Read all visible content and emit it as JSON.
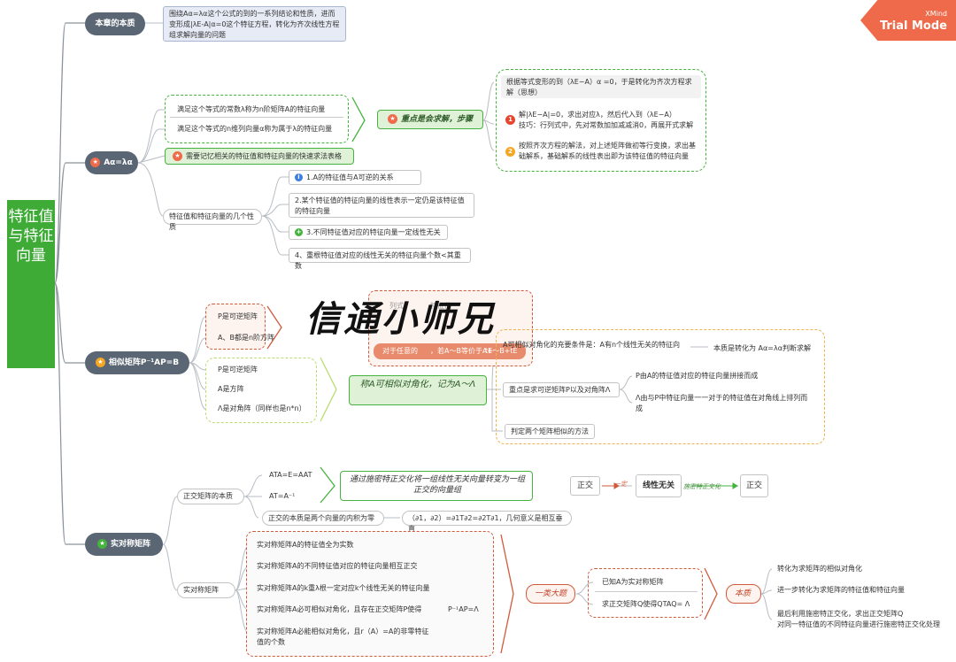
{
  "root": "特征值与特征向量",
  "trial": {
    "brand": "XMind",
    "label": "Trial Mode"
  },
  "watermark": "信通小师兄",
  "b1": {
    "title": "本章的本质",
    "note": "围绕Aα=λα这个公式的到的一系列结论和性质，进而变形成|λE-A|α=0这个特征方程，转化为齐次线性方程组求解向量的问题"
  },
  "b2": {
    "title": "Aα=λα",
    "def1": "满足这个等式的常数λ称为n阶矩阵A的特征向量",
    "def2": "满足这个等式的n维列向量α称为属于λ的特征向量",
    "key": "重点是会求解，步骤",
    "steps": [
      "根据等式变形的到（λE−A）α =0，于是转化为齐次方程求解（思想）",
      "解|λE−A|=0，求出对应λ，然后代入到（λE−A）\n技巧：行列式中，先对常数加加减减消0，再展开式求解",
      "按照齐次方程的解法，对上述矩阵做初等行变换，求出基础解系，基础解系的线性表出即为该特征值的特征向量"
    ],
    "remember": "需要记忆相关的特征值和特征向量的快速求法表格",
    "props_label": "特征值和特征向量的几个性质",
    "props": [
      "1.A的特征值与A可逆的关系",
      "2.某个特征值的特征向量的线性表示一定仍是该特征值的特征向量",
      "3.不同特征值对应的特征向量一定线性无关",
      "4、重根特征值对应的线性无关的特征向量个数<其重数"
    ]
  },
  "b3": {
    "title": "相似矩阵P⁻¹AP=B",
    "g1": [
      "P是可逆矩阵",
      "A、B都是n阶方阵"
    ],
    "g2": [
      "P是可逆矩阵",
      "A是方阵",
      "Λ是对角阵（同样也是n*n）"
    ],
    "partial": [
      "列式、",
      "特征值",
      "对于任意的",
      "，若A～B等价于A+",
      "tE～B+tE"
    ],
    "diag": "称A可相似对角化，记为A～Λ",
    "cond": "A可相似对角化的充要条件是：A有n个线性无关的特征向",
    "cond_tail": "本质是转化为 Aα=λα判断求解",
    "key2": "重点是求可逆矩阵P以及对角阵Λ",
    "pdesc": "P由A的特征值对应的特征向量拼接而成",
    "ldesc": "Λ由与P中特征向量一一对于的特征值在对角线上排列而成",
    "method": "判定两个矩阵相似的方法"
  },
  "b4": {
    "title": "实对称矩阵",
    "orth_label": "正交矩阵的本质",
    "orth": [
      "ATA=E=AAT",
      "AT=A⁻¹",
      "正交的本质是两个向量的内积为零"
    ],
    "orth_note": "通过施密特正交化将一组线性无关向量转变为一组正交的向量组",
    "inner": "（∂1，∂2）=∂1T∂2=∂2T∂1，几何意义是相互垂直",
    "chain": [
      "正交",
      "一定",
      "线性无关",
      "施密特正交化",
      "正交"
    ],
    "sym_label": "实对称矩阵",
    "sym": [
      "实对称矩阵A的特征值全为实数",
      "实对称矩阵A的不同特征值对应的特征向量相互正交",
      "实对称矩阵A的k重λ根一定对应k个线性无关的特征向量",
      "实对称矩阵A必可相似对角化，且存在正交矩阵P使得",
      "实对称矩阵A必能相似对角化，且r（A）=A的非零特征值的个数"
    ],
    "pap": "P⁻¹AP=Λ",
    "type": "一类大题",
    "known": [
      "已知A为实对称矩阵",
      "求正交矩阵Q使得QTAQ= Λ"
    ],
    "essence": "本质",
    "ess": [
      "转化为求矩阵的相似对角化",
      "进一步转化为求矩阵的特征值和特征向量",
      "最后利用施密特正交化，求出正交矩阵Q\n对同一特征值的不同特征向量进行施密特正交化处理"
    ]
  }
}
